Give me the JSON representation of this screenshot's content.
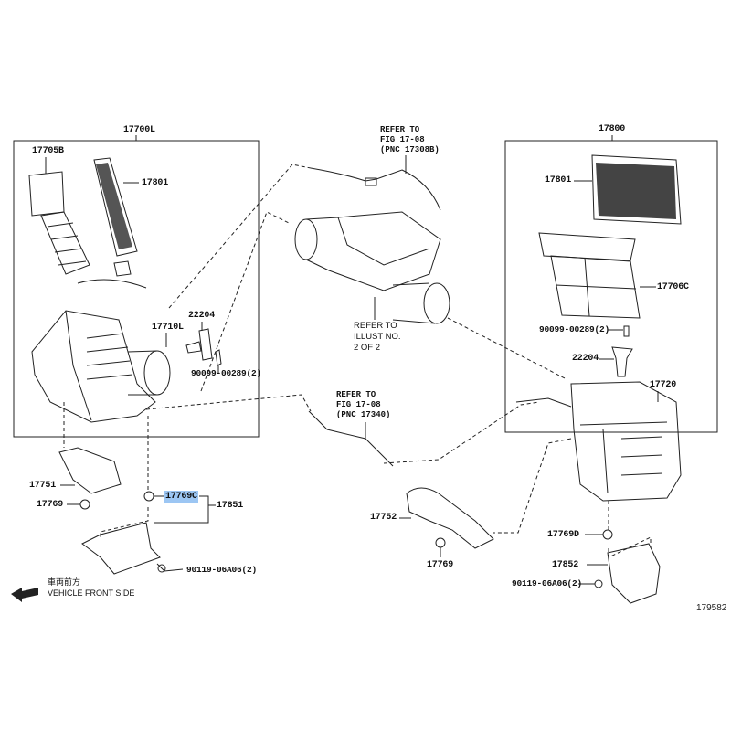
{
  "diagram": {
    "left_assembly": {
      "assembly_label": "17700L",
      "parts": {
        "cap": "17705B",
        "filter": "17801",
        "sensor": "22204",
        "inlet": "17710L",
        "screw": "90099-00289(2)"
      }
    },
    "right_assembly": {
      "assembly_label": "17800",
      "parts": {
        "filter": "17801",
        "cap": "17706C",
        "screw": "90099-00289(2)",
        "sensor": "22204",
        "case": "17720"
      }
    },
    "refer_notes": {
      "top": [
        "REFER TO",
        "FIG 17-08",
        "(PNC 17308B)"
      ],
      "middle": [
        "REFER TO",
        "ILLUST NO.",
        "2 OF 2"
      ],
      "lower": [
        "REFER TO",
        "FIG 17-08",
        "(PNC 17340)"
      ]
    },
    "lower_left": {
      "duct": "17751",
      "grommet": "17769",
      "grommet_c": "17769C",
      "bracket": "17851",
      "bolt": "90119-06A06(2)"
    },
    "lower_right": {
      "duct": "17752",
      "grommet": "17769",
      "grommet_d": "17769D",
      "bracket": "17852",
      "bolt": "90119-06A06(2)"
    },
    "direction": {
      "japanese": "車両前方",
      "english": "VEHICLE FRONT SIDE",
      "icon": "arrow-left-icon"
    },
    "illustration_code": "179582",
    "highlight_color": "#9cc6f3"
  }
}
